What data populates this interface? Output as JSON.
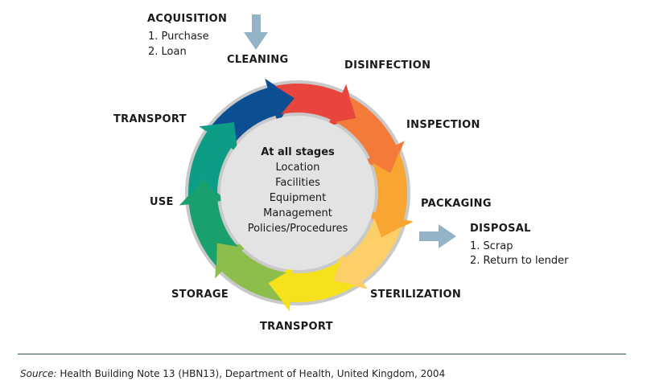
{
  "acquisition": {
    "title": "ACQUISITION",
    "items": [
      "1. Purchase",
      "2. Loan"
    ]
  },
  "disposal": {
    "title": "DISPOSAL",
    "items": [
      "1. Scrap",
      "2. Return to lender"
    ]
  },
  "stages": {
    "cleaning": "CLEANING",
    "disinfection": "DISINFECTION",
    "inspection": "INSPECTION",
    "packaging": "PACKAGING",
    "sterilization": "STERILIZATION",
    "transport_bottom": "TRANSPORT",
    "storage": "STORAGE",
    "use": "USE",
    "transport_left": "TRANSPORT"
  },
  "center": {
    "title": "At all stages",
    "items": [
      "Location",
      "Facilities",
      "Equipment",
      "Management",
      "Policies/Procedures"
    ]
  },
  "source": {
    "label": "Source:",
    "text": "Health Building Note 13 (HBN13), Department of Health, United Kingdom, 2004"
  },
  "colors": {
    "cleaning": "#e8453c",
    "disinfection": "#f47a3a",
    "inspection": "#f9a531",
    "packaging": "#fccf68",
    "sterilization": "#f6e21c",
    "transport_bottom": "#8dbd4a",
    "storage": "#1aa06c",
    "use": "#0d9c86",
    "transport_left": "#0c4e92",
    "entry_exit_arrow": "#93b4c6",
    "ring": "#c9c9c9",
    "center": "#e3e3e3"
  }
}
